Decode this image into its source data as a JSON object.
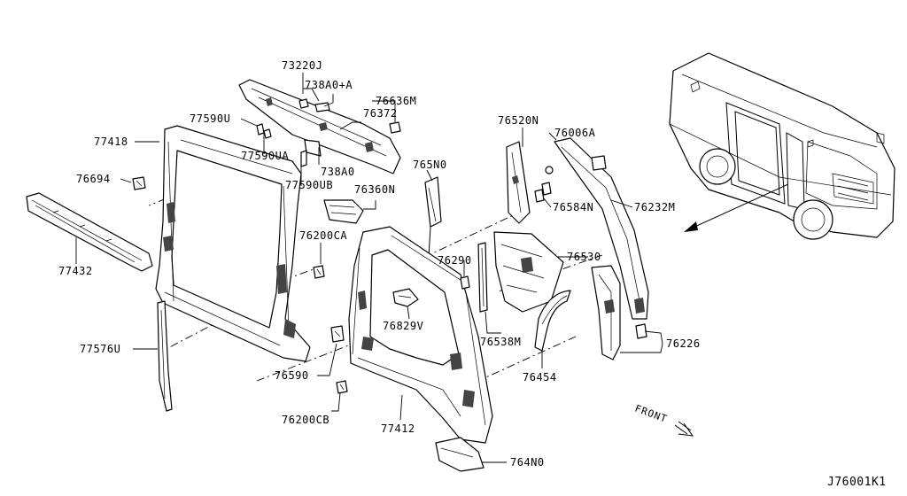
{
  "diagram": {
    "reference_code": "J76001K1",
    "front_label": "FRONT",
    "parts": {
      "p73220J": "73220J",
      "p738A0A": "738A0+A",
      "p76636M": "76636M",
      "p77590U": "77590U",
      "p76372": "76372",
      "p77418": "77418",
      "p77590UA": "77590UA",
      "p738A0": "738A0",
      "p76694": "76694",
      "p77590UB": "77590UB",
      "p76360N": "76360N",
      "p765N0": "765N0",
      "p76520N": "76520N",
      "p76006A": "76006A",
      "p76584N": "76584N",
      "p76232M": "76232M",
      "p77432": "77432",
      "p76200CA": "76200CA",
      "p76290": "76290",
      "p76530": "76530",
      "p76829V": "76829V",
      "p76538M": "76538M",
      "p76226": "76226",
      "p77576U": "77576U",
      "p76590": "76590",
      "p76454": "76454",
      "p76200CB": "76200CB",
      "p77412": "77412",
      "p764N0": "764N0"
    }
  }
}
